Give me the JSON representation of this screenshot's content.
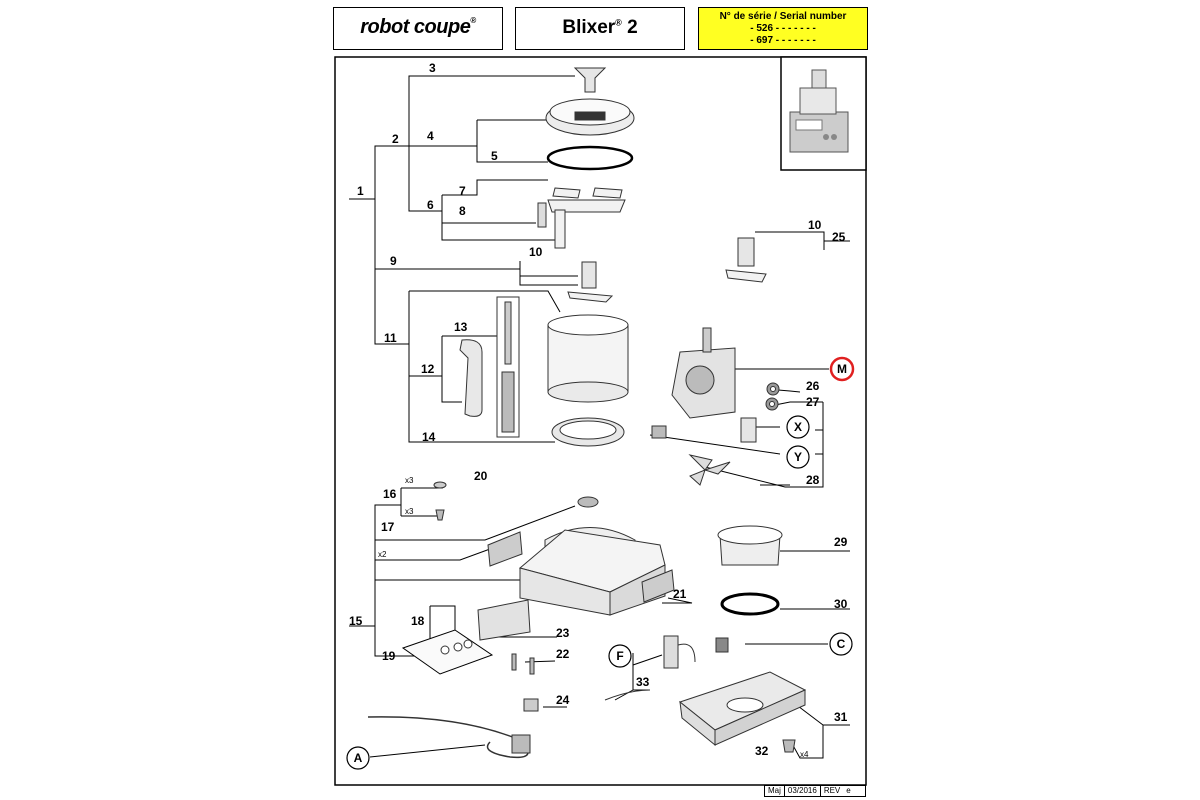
{
  "header": {
    "logo_text": "robot coupe",
    "logo_reg": "®",
    "title": "Blixer",
    "title_sup": "®",
    "title_num": "2",
    "serial_title": "N° de série / Serial number",
    "serial_1": "- 526 - - - - -    - -",
    "serial_2": "- 697 - - - - -    - -"
  },
  "footer": {
    "maj_label": "Maj",
    "date": "03/2016",
    "rev_label": "REV",
    "rev": "e"
  },
  "callouts": {
    "n1": "1",
    "n2": "2",
    "n3": "3",
    "n4": "4",
    "n5": "5",
    "n6": "6",
    "n7": "7",
    "n8": "8",
    "n9": "9",
    "n10": "10",
    "n10b": "10",
    "n11": "11",
    "n12": "12",
    "n13": "13",
    "n14": "14",
    "n15": "15",
    "n16": "16",
    "n17": "17",
    "n18": "18",
    "n19": "19",
    "n20": "20",
    "n21": "21",
    "n22": "22",
    "n23": "23",
    "n24": "24",
    "n25": "25",
    "n26": "26",
    "n27": "27",
    "n28": "28",
    "n29": "29",
    "n30": "30",
    "n31": "31",
    "n32": "32",
    "n33": "33",
    "M": "M",
    "X": "X",
    "Y": "Y",
    "F": "F",
    "C": "C",
    "A": "A",
    "x3a": "x3",
    "x3b": "x3",
    "x2": "x2",
    "x4": "x4"
  },
  "colors": {
    "serial_bg": "#ffff22",
    "m_ring": "#e02020",
    "line": "#000000",
    "part": "#555555"
  }
}
